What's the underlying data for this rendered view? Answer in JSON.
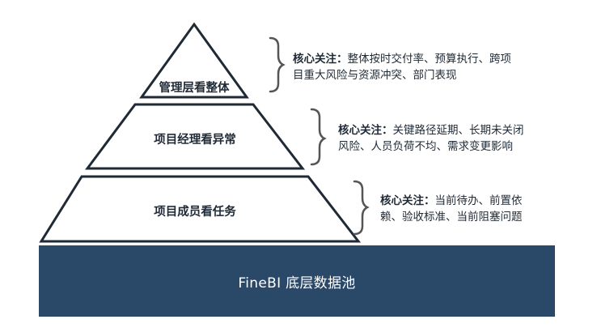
{
  "pyramid": {
    "tiers": [
      {
        "label": "管理层看整体"
      },
      {
        "label": "项目经理看异常"
      },
      {
        "label": "项目成员看任务"
      }
    ]
  },
  "notes": [
    {
      "key": "核心关注：",
      "line1": "整体按时交付率、预算执行、跨项",
      "line2": "目重大风险与资源冲突、部门表现"
    },
    {
      "key": "核心关注：",
      "line1": "关键路径延期、长期未关闭",
      "line2": "风险、人员负荷不均、需求变更影响"
    },
    {
      "key": "核心关注：",
      "line1": "当前待办、前置依",
      "line2": "赖、验收标准、当前阻塞问题"
    }
  ],
  "base": {
    "label": "FineBI 底层数据池"
  },
  "colors": {
    "outline": "#1f2a36",
    "bracket": "#555555",
    "base_fill": "#2a4868",
    "base_text": "#ffffff"
  }
}
